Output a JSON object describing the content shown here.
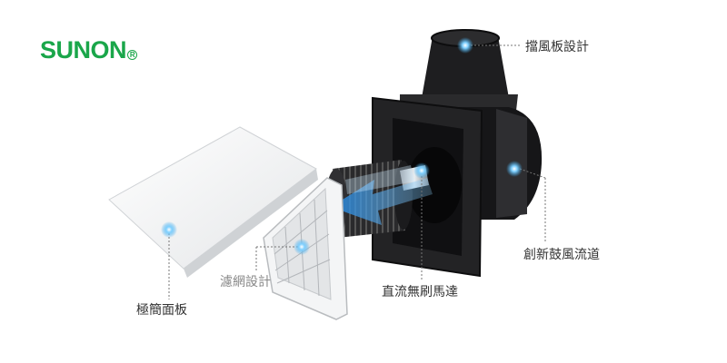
{
  "brand": {
    "name": "SUNON",
    "reg_mark": "R",
    "color": "#1aa64a"
  },
  "labels": {
    "damper": "擋風板設計",
    "duct": "創新鼓風流道",
    "motor": "直流無刷馬達",
    "filter": "濾網設計",
    "panel": "極簡面板"
  },
  "colors": {
    "hotspot": "#3aa6e8",
    "arrow": "#2b8fe0",
    "leader": "#777777",
    "housing": "#1c1c1e"
  }
}
